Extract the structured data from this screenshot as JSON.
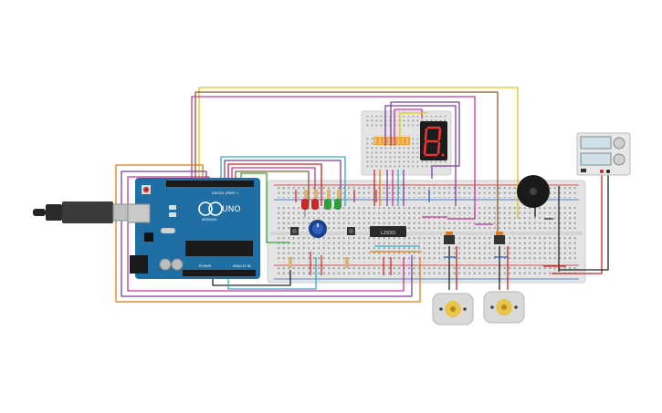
{
  "colors": {
    "background": "#ffffff",
    "breadboard": "#e4e4e4",
    "arduino": "#1f6fa5",
    "wire_orange": "#e07b1a",
    "wire_purple": "#7b3fa0",
    "wire_yellow": "#e6c21a",
    "wire_brown": "#8a5a2b",
    "wire_magenta": "#c8359a",
    "wire_cyan": "#35a8c8",
    "wire_green": "#3aa43a",
    "wire_red": "#cc2222",
    "wire_black": "#222222",
    "led_red": "#c62828",
    "led_green": "#2e9e3e",
    "segment": "#d33"
  },
  "arduino": {
    "brand": "ARDUINO",
    "model": "UNO",
    "digital_header": "DIGITAL (PWM~)",
    "power_header": "POWER",
    "analog_header": "ANALOG IN"
  },
  "ic": {
    "label": "L293D"
  },
  "components": {
    "usb_cable": "usb-cable",
    "seven_segment": "seven-segment-display",
    "piezo": "piezo-buzzer",
    "power_supply": "power-supply",
    "motors": [
      "dc-motor-1",
      "dc-motor-2"
    ]
  }
}
